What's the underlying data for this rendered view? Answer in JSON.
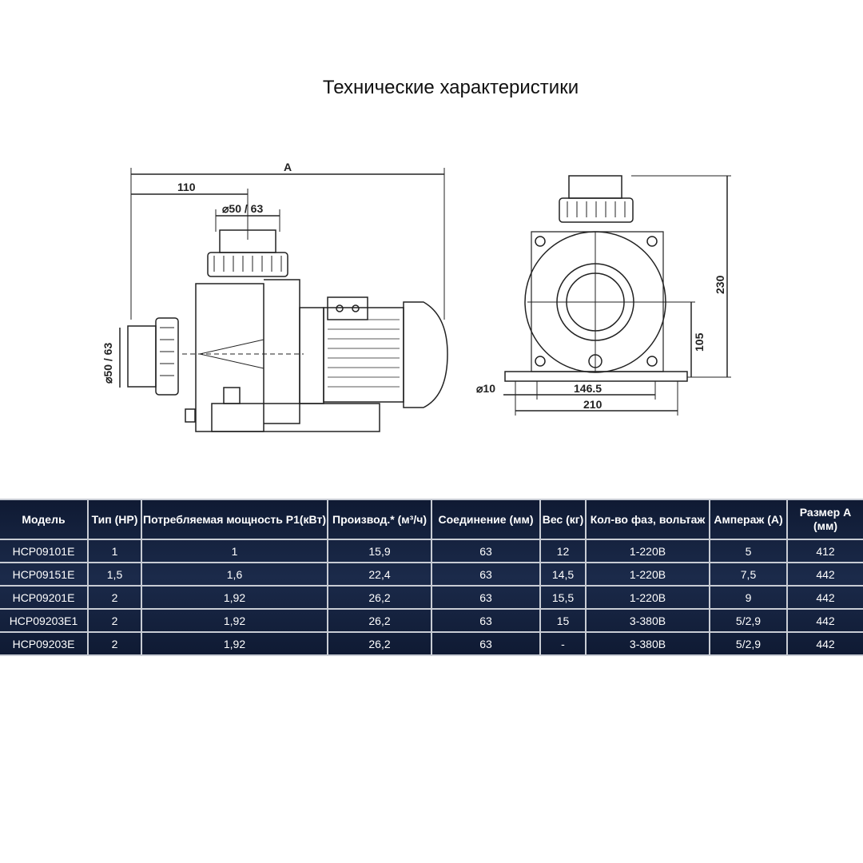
{
  "title": "Технические характеристики",
  "drawing": {
    "side_view": {
      "dim_total": "A",
      "dim_offset": "110",
      "dim_top_pipe": "⌀50 / 63",
      "dim_side_pipe": "⌀50 / 63"
    },
    "front_view": {
      "dim_height": "230",
      "dim_axis": "105",
      "dim_hole": "⌀10",
      "dim_mount": "146.5",
      "dim_base": "210"
    }
  },
  "table": {
    "headers": [
      "Модель",
      "Тип (HP)",
      "Потребляемая мощность P1(кВт)",
      "Производ.* (м³/ч)",
      "Соединение (мм)",
      "Вес (кг)",
      "Кол-во фаз, вольтаж",
      "Ампераж (А)",
      "Размер А (мм)"
    ],
    "rows": [
      [
        "HCP09101E",
        "1",
        "1",
        "15,9",
        "63",
        "12",
        "1-220В",
        "5",
        "412"
      ],
      [
        "HCP09151E",
        "1,5",
        "1,6",
        "22,4",
        "63",
        "14,5",
        "1-220В",
        "7,5",
        "442"
      ],
      [
        "HCP09201E",
        "2",
        "1,92",
        "26,2",
        "63",
        "15,5",
        "1-220В",
        "9",
        "442"
      ],
      [
        "HCP09203E1",
        "2",
        "1,92",
        "26,2",
        "63",
        "15",
        "3-380В",
        "5/2,9",
        "442"
      ],
      [
        "HCP09203E",
        "2",
        "1,92",
        "26,2",
        "63",
        "-",
        "3-380В",
        "5/2,9",
        "442"
      ]
    ]
  }
}
